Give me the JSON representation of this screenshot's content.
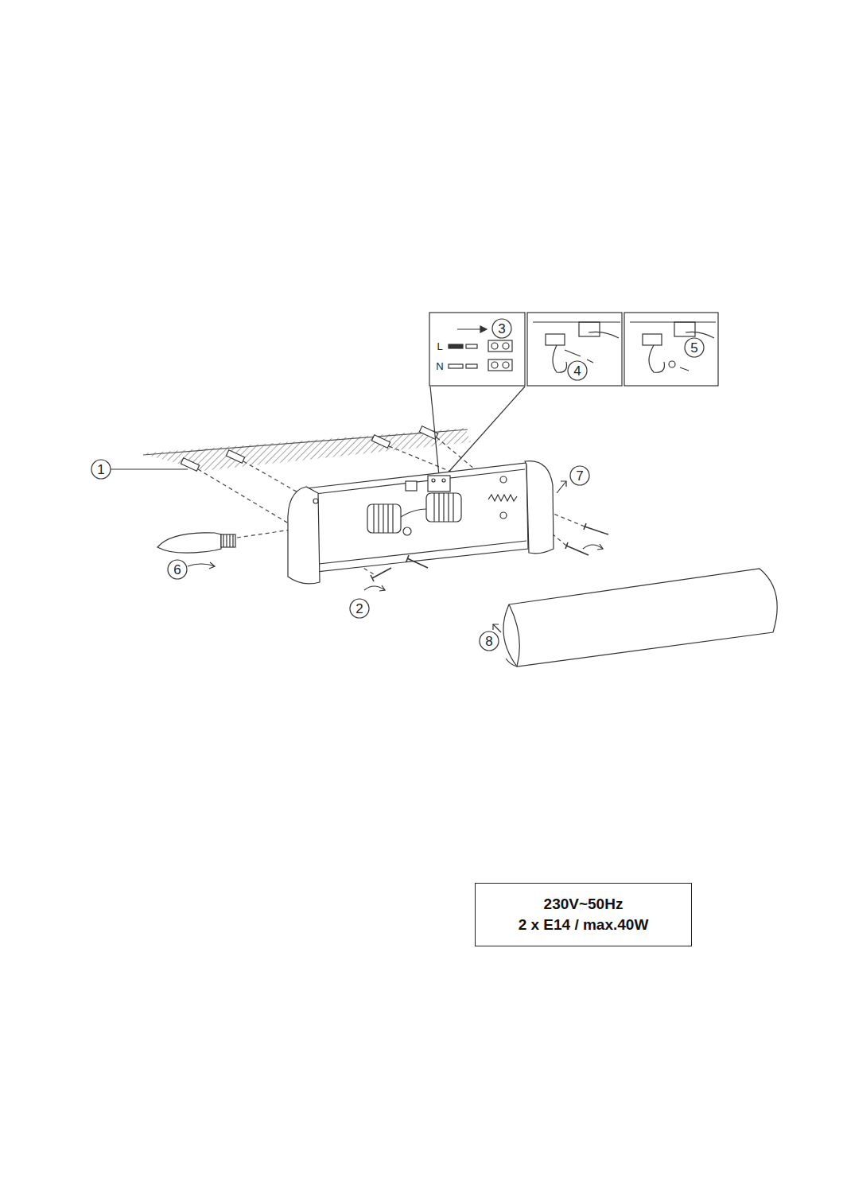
{
  "diagram": {
    "nodes": [
      {
        "text": [
          "230V~50Hz",
          "2 x E14 / max.40W"
        ]
      }
    ],
    "labels": [
      "1",
      "2",
      "3",
      "4",
      "5",
      "6",
      "7",
      "8",
      "L",
      "N"
    ]
  }
}
